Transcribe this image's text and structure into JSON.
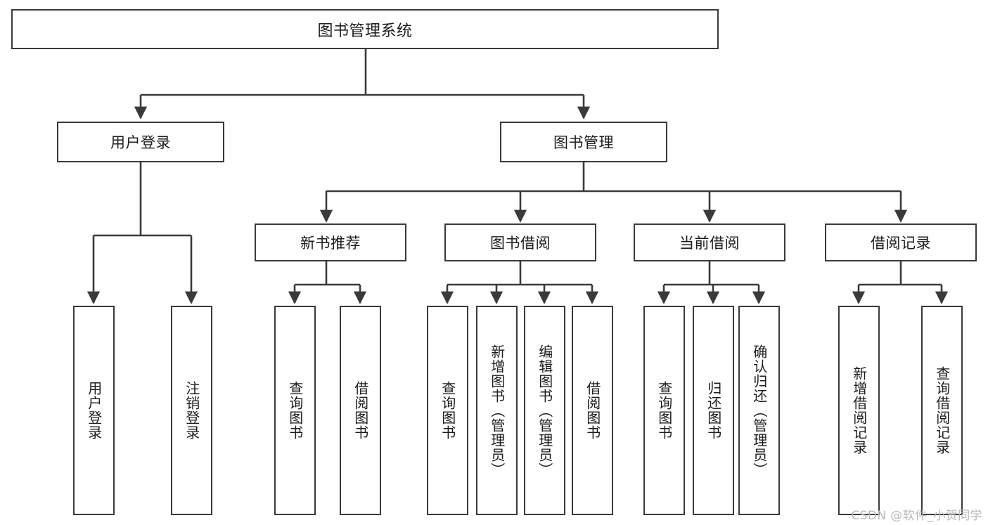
{
  "diagram": {
    "title": "图书管理系统",
    "type": "tree",
    "colors": {
      "stroke": "#3a3a3a",
      "fill": "#ffffff",
      "text": "#1c1c1c",
      "watermark": "#b9b9b9"
    },
    "root": {
      "label": "图书管理系统"
    },
    "level1": [
      {
        "label": "用户登录"
      },
      {
        "label": "图书管理"
      }
    ],
    "level2": [
      {
        "label": "新书推荐"
      },
      {
        "label": "图书借阅"
      },
      {
        "label": "当前借阅"
      },
      {
        "label": "借阅记录"
      }
    ],
    "leaves": {
      "user_login": [
        {
          "label": "用户登录"
        },
        {
          "label": "注销登录"
        }
      ],
      "new_book_recommend": [
        {
          "label": "查询图书"
        },
        {
          "label": "借阅图书"
        }
      ],
      "book_borrow": [
        {
          "label": "查询图书"
        },
        {
          "label": "新增图书（管理员）"
        },
        {
          "label": "编辑图书（管理员）"
        },
        {
          "label": "借阅图书"
        }
      ],
      "current_borrow": [
        {
          "label": "查询图书"
        },
        {
          "label": "归还图书"
        },
        {
          "label": "确认归还（管理员）"
        }
      ],
      "borrow_record": [
        {
          "label": "新增借阅记录"
        },
        {
          "label": "查询借阅记录"
        }
      ]
    }
  },
  "watermark": {
    "text": "CSDN @软件_小贺同学"
  }
}
